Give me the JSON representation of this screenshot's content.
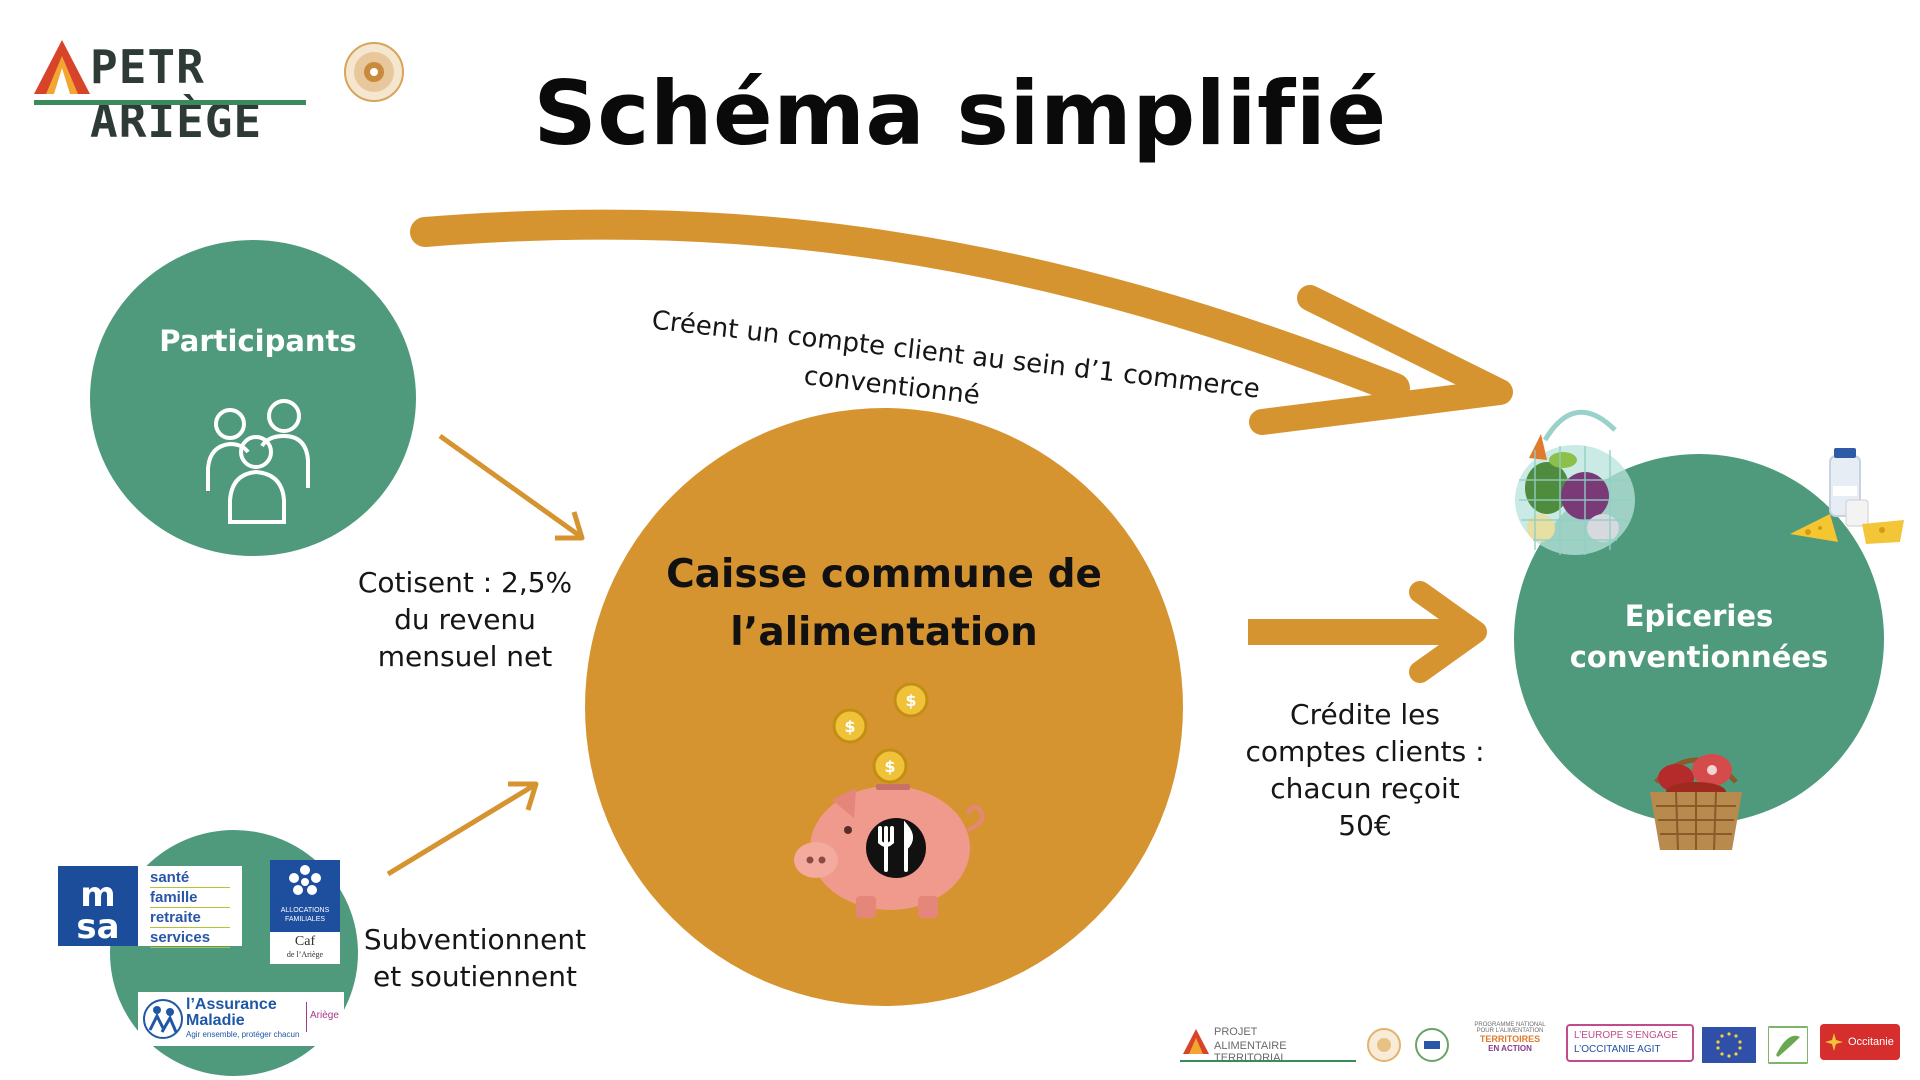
{
  "title": "Schéma simplifié",
  "header": {
    "petr_logo_text": "PETR ARIÈGE"
  },
  "nodes": {
    "participants": {
      "label": "Participants"
    },
    "caisse": {
      "label_line1": "Caisse commune de",
      "label_line2": "l’alimentation"
    },
    "epiceries": {
      "label_line1": "Epiceries",
      "label_line2": "conventionnées"
    }
  },
  "arrows": {
    "top_label_line1": "Créent un compte client au sein d’1 commerce",
    "top_label_line2": "conventionné",
    "cotisent": [
      "Cotisent : 2,5%",
      "du revenu",
      "mensuel net"
    ],
    "subventionnent": [
      "Subventionnent",
      "et soutiennent"
    ],
    "credite": [
      "Crédite les",
      "comptes clients :",
      "chacun reçoit",
      "50€"
    ]
  },
  "funders": {
    "msa_lines": [
      "santé",
      "famille",
      "retraite",
      "services"
    ],
    "caf_text": "ALLOCATIONS FAMILIALES",
    "caf_sub": "Caf",
    "caf_sub2": "de l’Ariège",
    "assurance_line1": "l’Assurance",
    "assurance_line2": "Maladie",
    "assurance_tagline": "Agir ensemble, protéger chacun",
    "assurance_region": "Ariège"
  },
  "footer": {
    "pat_logo_line1": "PROJET",
    "pat_logo_line2": "ALIMENTAIRE TERRITORIAL",
    "pnai_line1": "PROGRAMME NATIONAL",
    "pnai_line2": "POUR L’ALIMENTATION",
    "pnai_line3": "TERRITOIRES",
    "pnai_line4": "EN ACTION",
    "europe_line1": "L’EUROPE S’ENGAGE",
    "europe_line2": "L’OCCITANIE AGIT",
    "occitanie_text": "Occitanie"
  },
  "colors": {
    "green": "#4f9a7c",
    "orange": "#d69430",
    "arrow": "#d69430"
  }
}
